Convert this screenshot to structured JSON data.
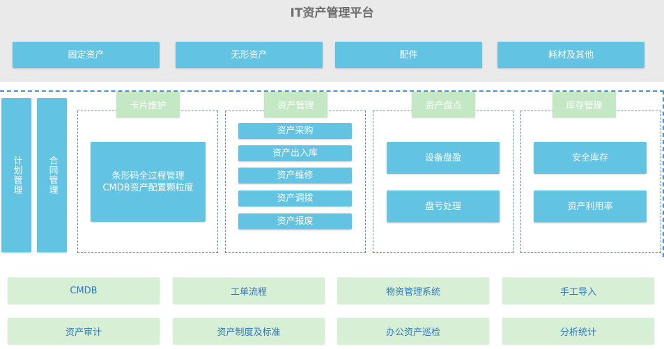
{
  "platform": {
    "title": "IT资产管理平台",
    "categories": [
      "固定资产",
      "无形资产",
      "配件",
      "耗材及其他"
    ]
  },
  "side": {
    "plan": "计划管理",
    "contract": "合同管理"
  },
  "modules": {
    "card": {
      "tag": "卡片维护",
      "line1": "条形码全过程管理",
      "line2": "CMDB资产配置颗粒度"
    },
    "asset": {
      "tag": "资产管理",
      "items": [
        "资产采购",
        "资产出入库",
        "资产维修",
        "资产调拨",
        "资产报废"
      ]
    },
    "inventory": {
      "tag": "资产盘点",
      "items": [
        "设备盘盈",
        "盘亏处理"
      ]
    },
    "stock": {
      "tag": "库存管理",
      "items": [
        "安全库存",
        "资产利用率"
      ]
    }
  },
  "foundation": {
    "row1": [
      "CMDB",
      "工单流程",
      "物资管理系统",
      "手工导入"
    ],
    "row2": [
      "资产审计",
      "资产制度及标准",
      "办公资产巡检",
      "分析统计"
    ]
  }
}
